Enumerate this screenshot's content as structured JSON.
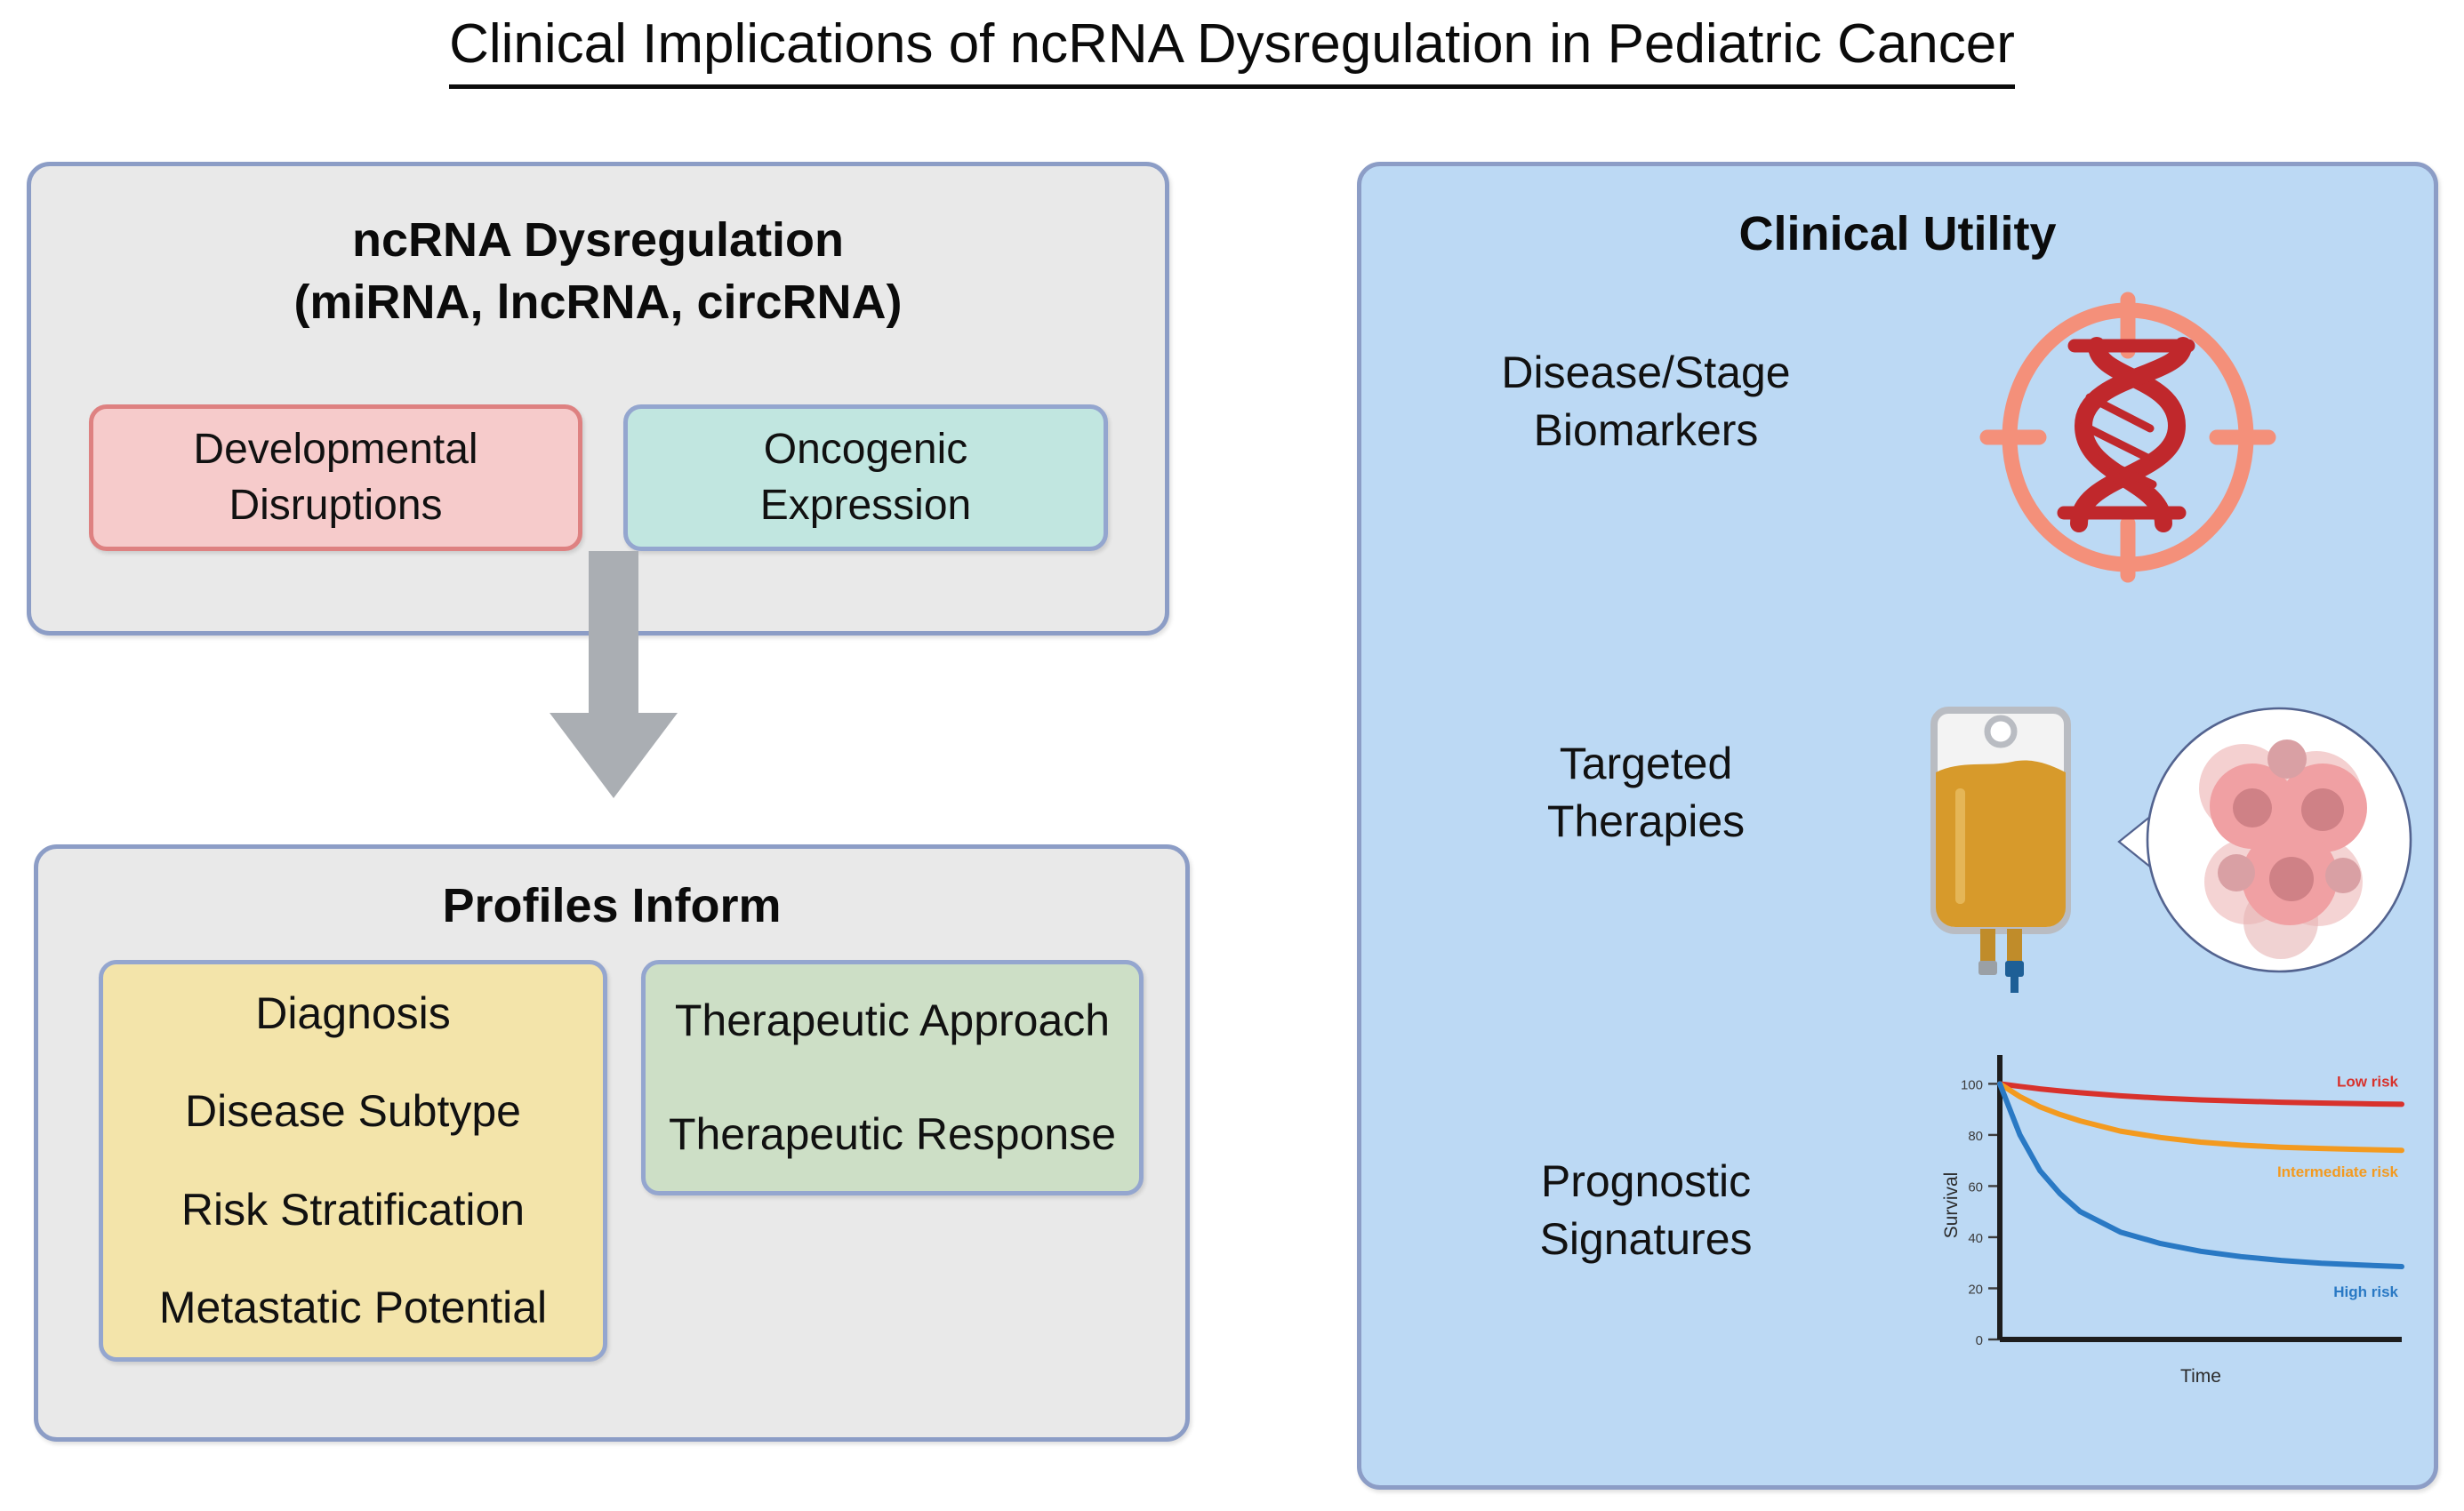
{
  "figure": {
    "title": "Clinical Implications of ncRNA Dysregulation in Pediatric Cancer"
  },
  "colors": {
    "panel_border": "#8c9dc6",
    "panel_gray_fill": "#e9e9e9",
    "panel_blue_fill": "#bcd9f4",
    "chip_pink_fill": "#f6cbcb",
    "chip_pink_border": "#de8181",
    "chip_teal_fill": "#c1e6e0",
    "chip_yellow_fill": "#f3e4aa",
    "chip_green_fill": "#cddfc6",
    "arrow_gray": "#aaaeb3",
    "target_salmon": "#f4907a",
    "dna_red": "#c0282c",
    "iv_fluid_amber": "#d79a2b",
    "tumor_pink": "#f0a0a3",
    "low_risk": "#d8322c",
    "intermediate_risk": "#f39a1f",
    "high_risk": "#2a79c4"
  },
  "left_column": {
    "upstream_box": {
      "heading_line1": "ncRNA Dysregulation",
      "heading_line2": "(miRNA, lncRNA, circRNA)",
      "chips": [
        {
          "name": "developmental-disruptions",
          "line1": "Developmental",
          "line2": "Disruptions"
        },
        {
          "name": "oncogenic-expression",
          "line1": "Oncogenic",
          "line2": "Expression"
        }
      ]
    },
    "flow_arrow": {
      "direction": "down",
      "icon": "down-arrow-icon"
    },
    "downstream_box": {
      "heading": "Profiles Inform",
      "chips": [
        {
          "name": "clinical-profile",
          "items": [
            "Diagnosis",
            "Disease Subtype",
            "Risk Stratification",
            "Metastatic Potential"
          ]
        },
        {
          "name": "therapeutic-profile",
          "items": [
            "Therapeutic Approach",
            "Therapeutic Response"
          ]
        }
      ]
    }
  },
  "right_column": {
    "heading": "Clinical Utility",
    "rows": [
      {
        "name": "disease-stage-biomarkers",
        "label_line1": "Disease/Stage",
        "label_line2": "Biomarkers",
        "icon": "dna-target-crosshair-icon"
      },
      {
        "name": "targeted-therapies",
        "label_line1": "Targeted",
        "label_line2": "Therapies",
        "icon": "iv-bag-tumor-cells-icon"
      },
      {
        "name": "prognostic-signatures",
        "label_line1": "Prognostic",
        "label_line2": "Signatures",
        "icon": "survival-curve-chart-icon"
      }
    ]
  },
  "chart_data": {
    "type": "line",
    "title": "",
    "xlabel": "Time",
    "ylabel": "Survival",
    "xlim": [
      0,
      100
    ],
    "ylim": [
      0,
      105
    ],
    "yticks": [
      0,
      20,
      40,
      60,
      80,
      100
    ],
    "xticks": [],
    "grid": false,
    "legend_position": "inline-end-of-curve",
    "x": [
      0,
      5,
      10,
      15,
      20,
      30,
      40,
      50,
      60,
      70,
      80,
      90,
      100
    ],
    "series": [
      {
        "name": "Low risk",
        "color": "#d8322c",
        "values": [
          100,
          99,
          98,
          97.2,
          96.5,
          95.3,
          94.4,
          93.7,
          93.2,
          92.8,
          92.5,
          92.2,
          92.0
        ]
      },
      {
        "name": "Intermediate risk",
        "color": "#f39a1f",
        "values": [
          100,
          95,
          91,
          88,
          85.5,
          81.5,
          79,
          77.2,
          76,
          75.2,
          74.7,
          74.3,
          74.0
        ]
      },
      {
        "name": "High risk",
        "color": "#2a79c4",
        "values": [
          100,
          80,
          66,
          57,
          50,
          42,
          37.5,
          34.5,
          32.4,
          30.9,
          29.8,
          29.1,
          28.5
        ]
      }
    ]
  }
}
